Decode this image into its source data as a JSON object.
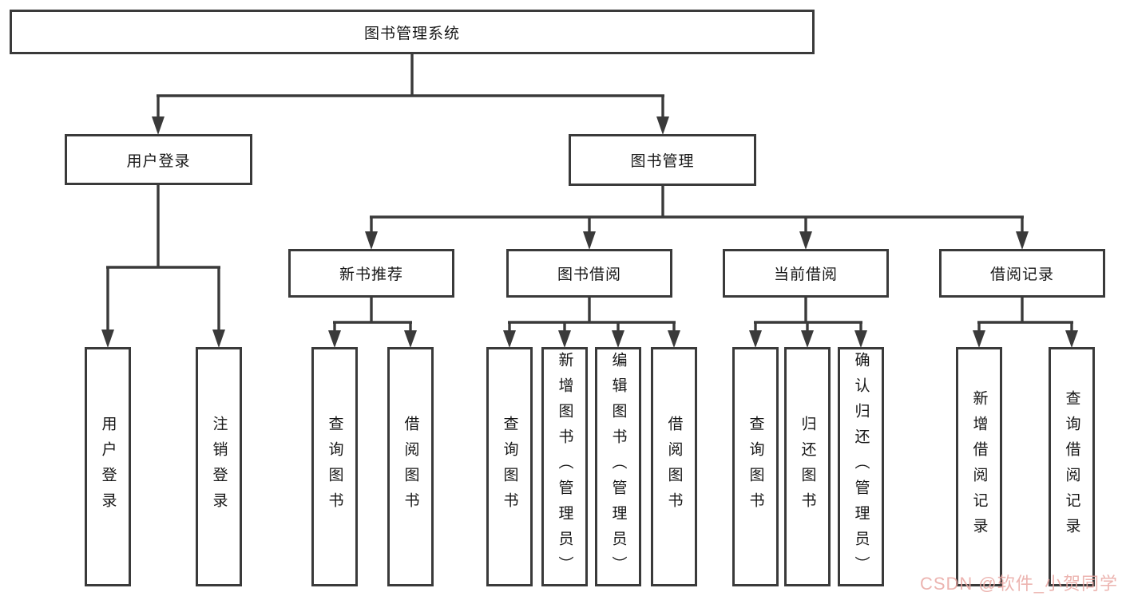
{
  "diagram": {
    "root": "图书管理系统",
    "level2": [
      "用户登录",
      "图书管理"
    ],
    "level3": [
      "新书推荐",
      "图书借阅",
      "当前借阅",
      "借阅记录"
    ],
    "leaves": {
      "login": [
        "用户登录",
        "注销登录"
      ],
      "new_book": [
        "查询图书",
        "借阅图书"
      ],
      "borrow": [
        "查询图书",
        "新增图书（管理员）",
        "编辑图书（管理员）",
        "借阅图书"
      ],
      "current": [
        "查询图书",
        "归还图书",
        "确认归还（管理员）"
      ],
      "records": [
        "新增借阅记录",
        "查询借阅记录"
      ]
    }
  },
  "watermark": "CSDN @软件_小贺同学",
  "colors": {
    "line": "#3a3a3a",
    "border": "#3a3a3a",
    "text": "#161616",
    "background": "#ffffff",
    "watermark": "#e9a7a3"
  }
}
